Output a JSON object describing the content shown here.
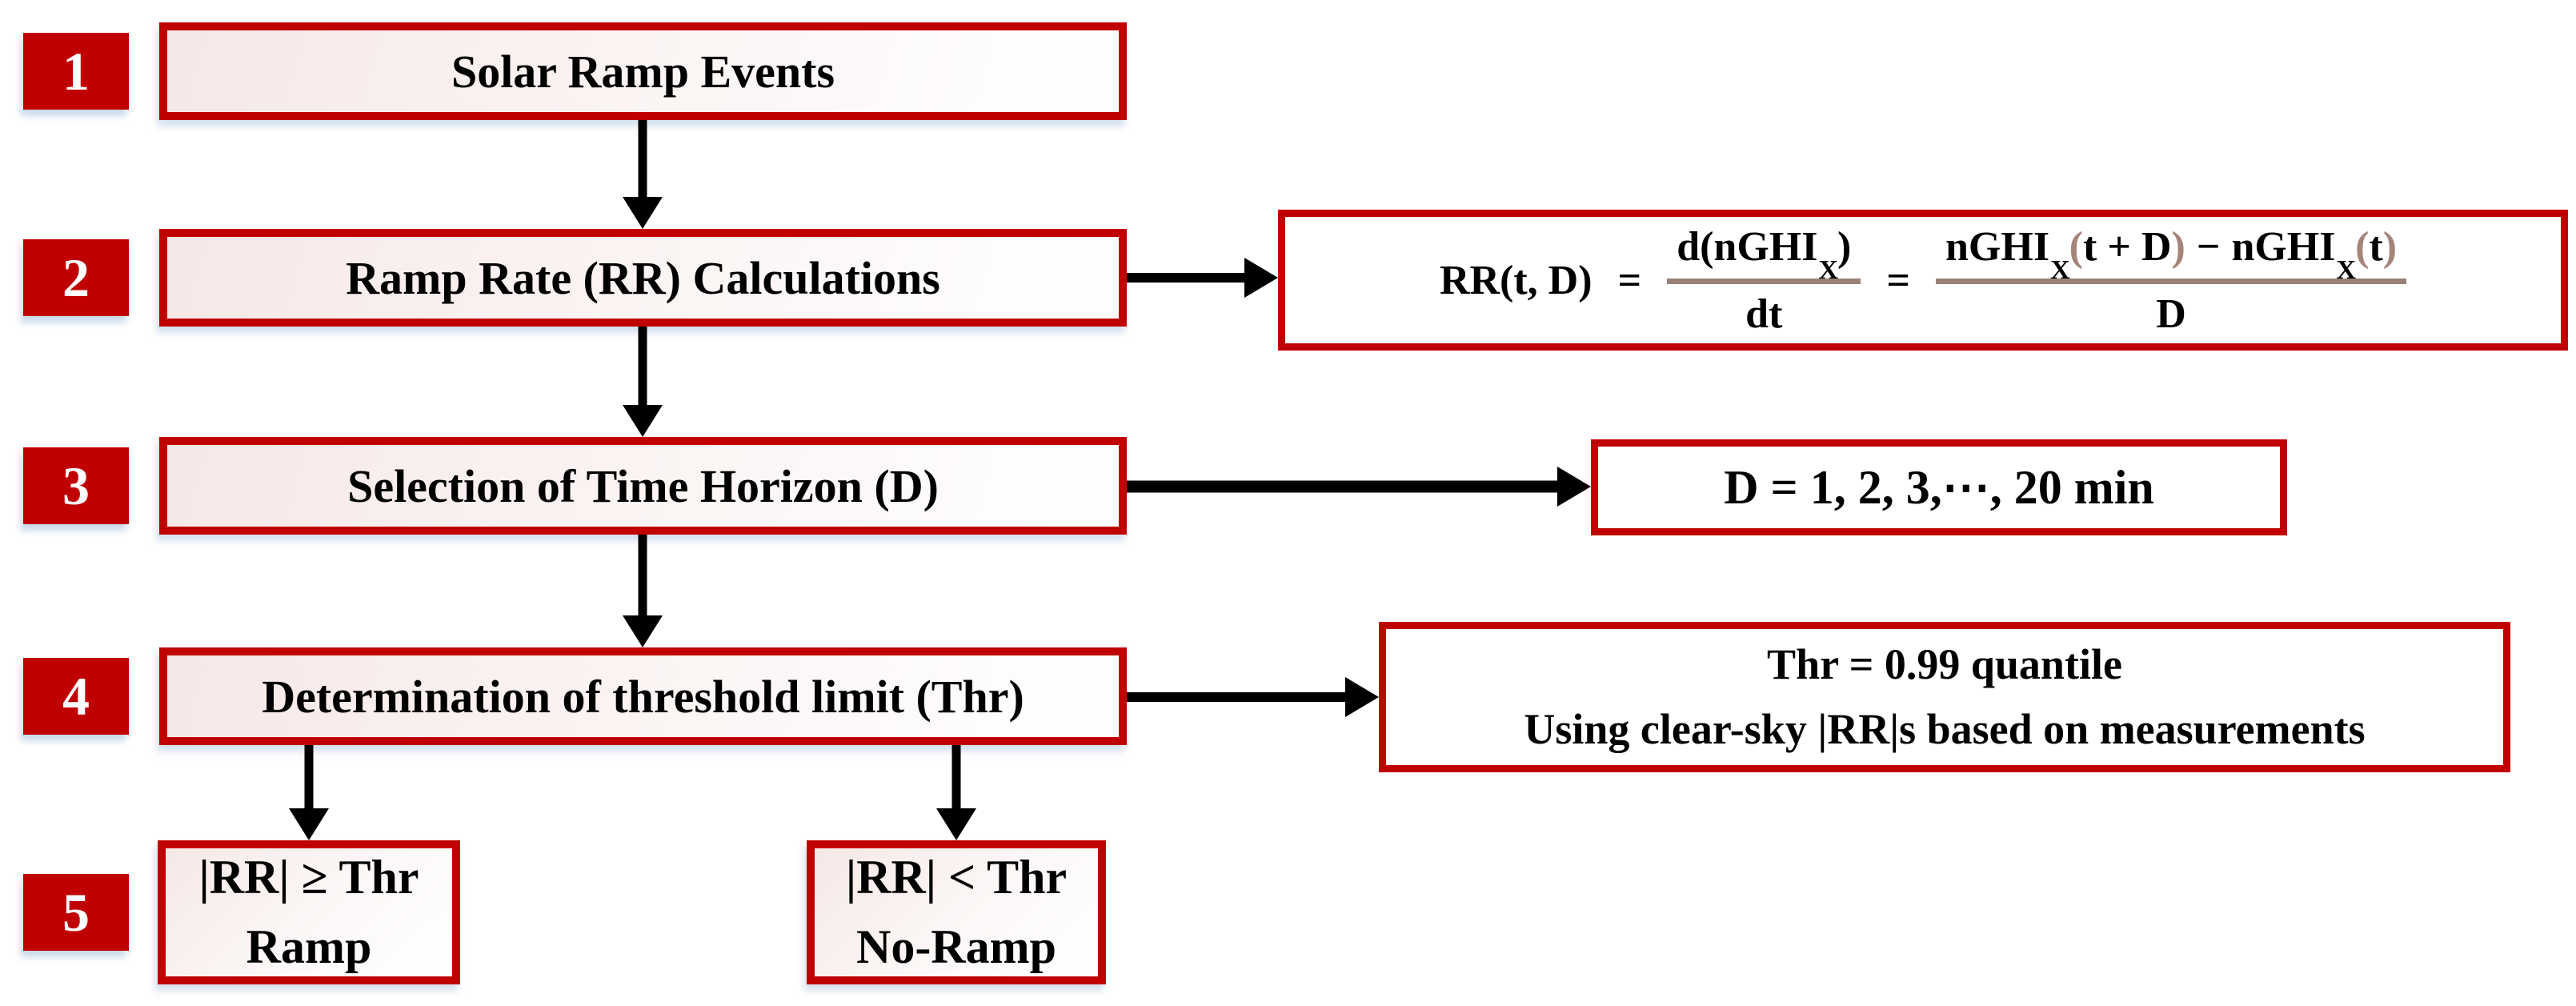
{
  "colors": {
    "accent_red": "#C00000",
    "box_fill_pink": "#F5E8E6",
    "fraction_bar_taupe": "#9A8178",
    "formula_paren_brown": "#A5847A",
    "shadow_blue": "#AEC4DF",
    "arrow_black": "#000000",
    "badge_text": "#FFFFFF"
  },
  "steps": [
    {
      "number": "1",
      "label": "Solar Ramp Events"
    },
    {
      "number": "2",
      "label": "Ramp Rate (RR) Calculations"
    },
    {
      "number": "3",
      "label": "Selection of Time Horizon (D)"
    },
    {
      "number": "4",
      "label": "Determination of threshold limit (Thr)"
    },
    {
      "number": "5",
      "label": ""
    }
  ],
  "formula": {
    "lhs": "RR(t, D)",
    "equals1": "=",
    "frac1": {
      "num_main": "d(nGHI",
      "num_sub": "X",
      "num_close": ")",
      "den": "dt"
    },
    "equals2": "=",
    "frac2": {
      "n1": "nGHI",
      "n1sub": "X",
      "p1": "(",
      "n2": "t + D",
      "p2": ")",
      "minus": "−",
      "n3": "nGHI",
      "n3sub": "X",
      "p3": "(",
      "n4": "t",
      "p4": ")",
      "den": "D"
    }
  },
  "d_box": {
    "text": "D = 1, 2, 3,⋯, 20 min"
  },
  "thr_box": {
    "line1": "Thr = 0.99 quantile",
    "line2": "Using clear-sky |RR|s based on measurements"
  },
  "outcome_ramp": {
    "line1": "|RR| ≥ Thr",
    "line2": "Ramp"
  },
  "outcome_noramp": {
    "line1": "|RR| < Thr",
    "line2": "No-Ramp"
  }
}
